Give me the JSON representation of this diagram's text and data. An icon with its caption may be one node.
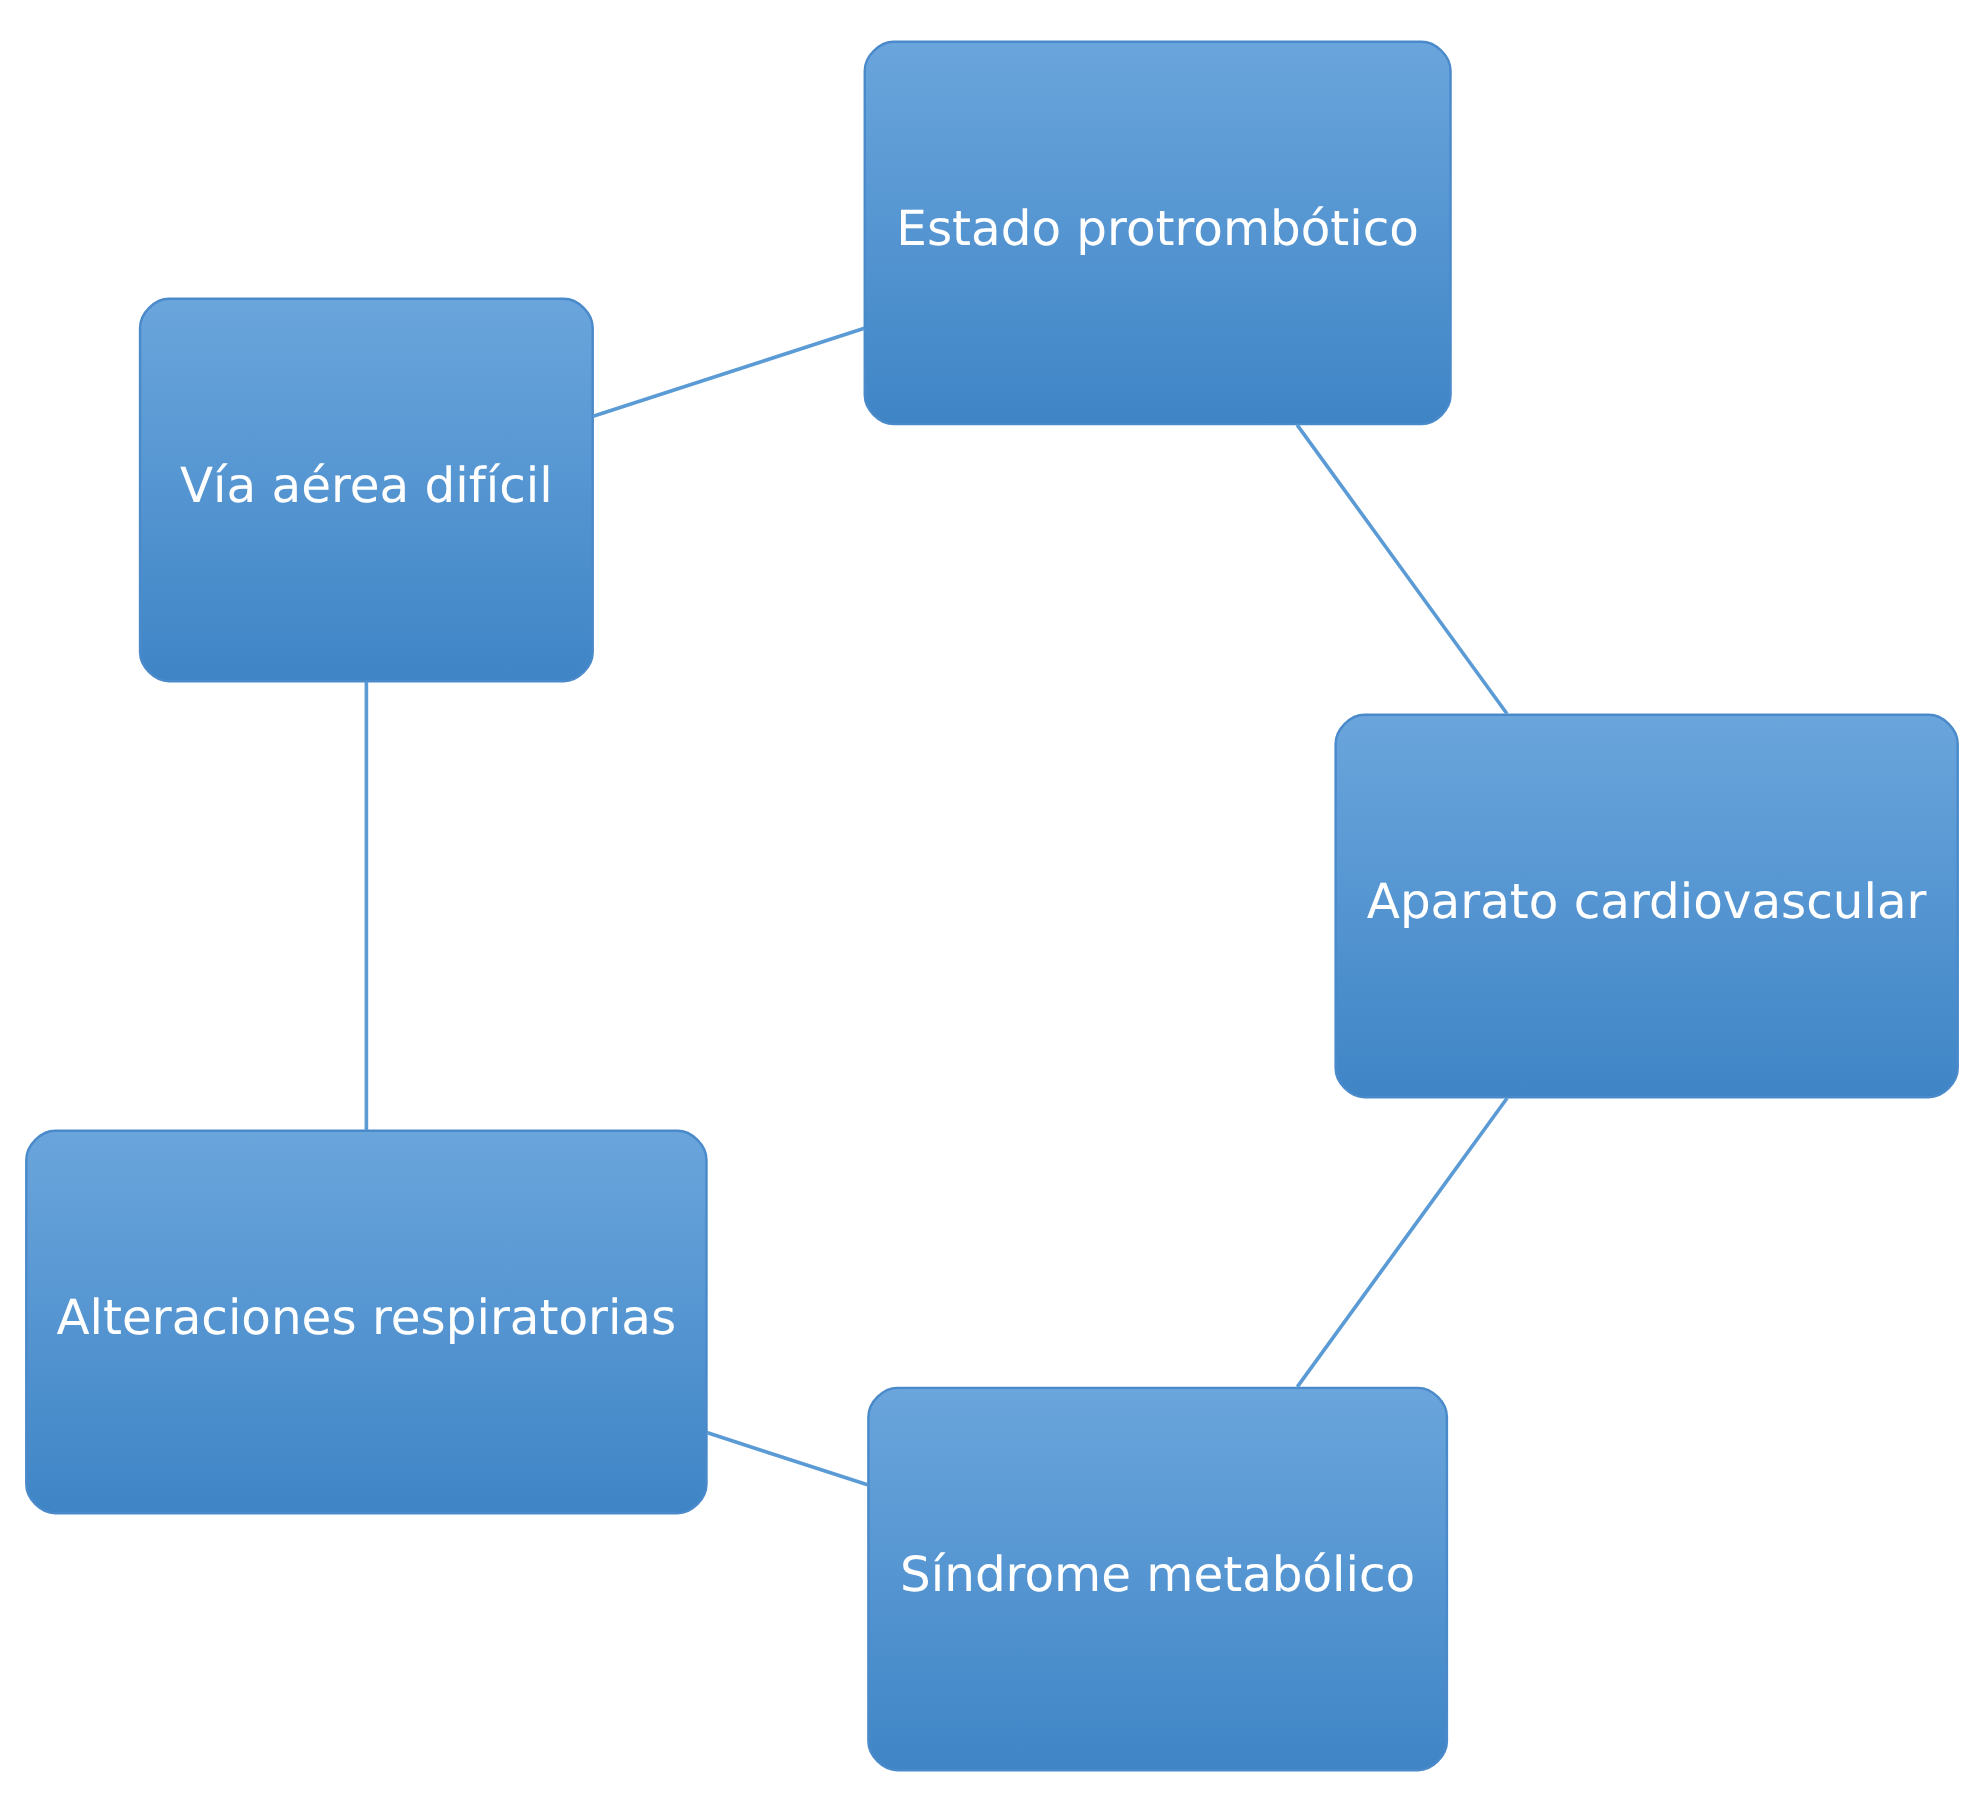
{
  "diagram": {
    "nodes": [
      {
        "text": [
          "Síndrome metabólico"
        ]
      },
      {
        "text": [
          "Alteraciones respiratorias"
        ]
      },
      {
        "text": [
          "Vía aérea difícil"
        ]
      },
      {
        "text": [
          "Estado protrombótico"
        ]
      },
      {
        "text": [
          "Aparato cardiovascular"
        ]
      }
    ],
    "edges": [
      {
        "from": 0,
        "to": 1,
        "arrow": "none"
      },
      {
        "from": 1,
        "to": 2,
        "arrow": "none"
      },
      {
        "from": 2,
        "to": 3,
        "arrow": "none"
      },
      {
        "from": 3,
        "to": 4,
        "arrow": "none"
      },
      {
        "from": 4,
        "to": 0,
        "arrow": "none"
      }
    ]
  }
}
